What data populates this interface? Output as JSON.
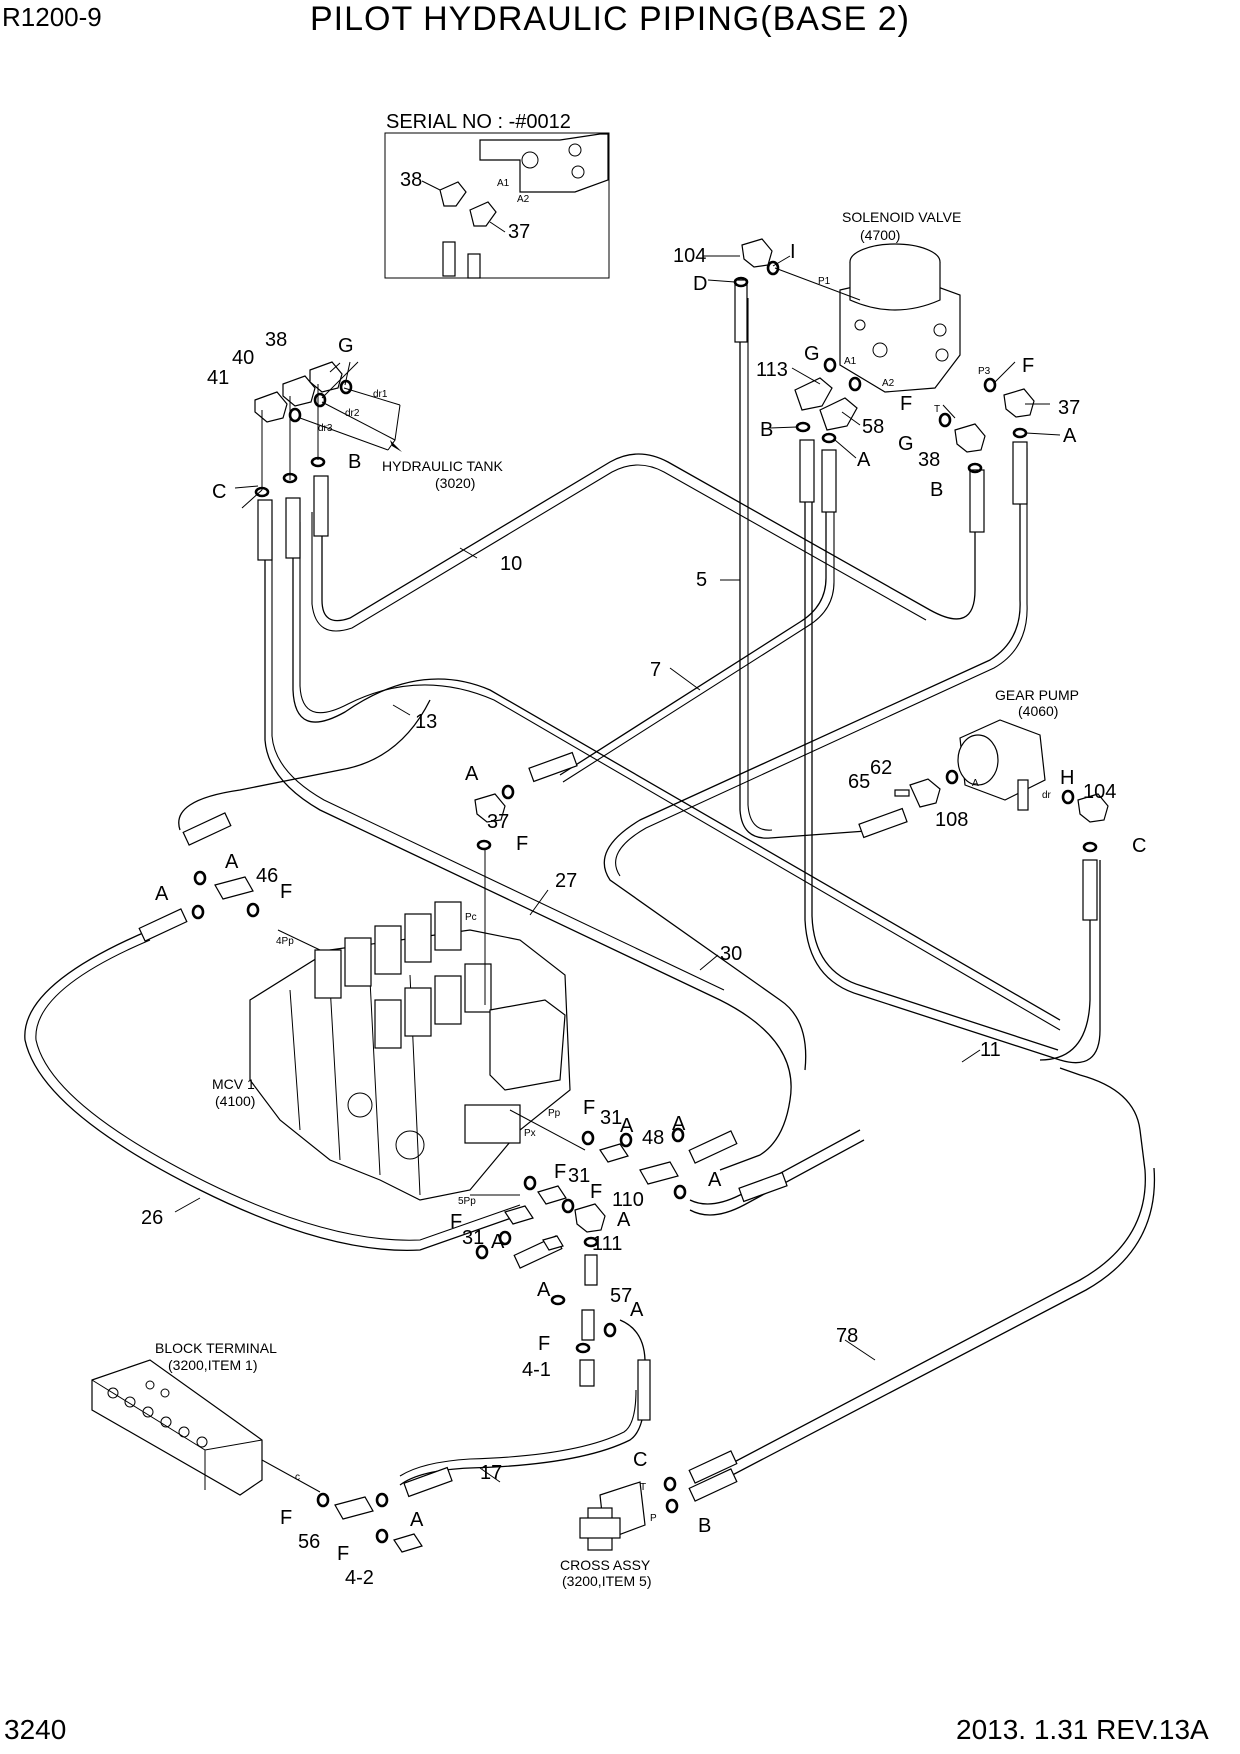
{
  "header": {
    "model": "R1200-9",
    "title": "PILOT HYDRAULIC PIPING(BASE 2)"
  },
  "footer": {
    "page_number": "3240",
    "revision": "2013. 1.31  REV.13A"
  },
  "inset": {
    "serial": "SERIAL NO : -#0012",
    "callouts": [
      "38",
      "37"
    ],
    "ports": [
      "A1",
      "A2"
    ]
  },
  "components": {
    "solenoid_valve": {
      "name": "SOLENOID VALVE",
      "code": "(4700)"
    },
    "hydraulic_tank": {
      "name": "HYDRAULIC TANK",
      "code": "(3020)"
    },
    "gear_pump": {
      "name": "GEAR PUMP",
      "code": "(4060)"
    },
    "mcv": {
      "name": "MCV 1",
      "code": "(4100)"
    },
    "block_terminal": {
      "name": "BLOCK TERMINAL",
      "code": "(3200,ITEM 1)"
    },
    "cross_assy": {
      "name": "CROSS ASSY",
      "code": "(3200,ITEM 5)"
    }
  },
  "port_labels": {
    "p1": "P1",
    "a1": "A1",
    "a2": "A2",
    "p3": "P3",
    "t_valve": "T",
    "dr1": "dr1",
    "dr2": "dr2",
    "dr3": "dr3",
    "pump_a": "A",
    "pump_dr": "dr",
    "pc": "Pc",
    "pp": "Pp",
    "px": "Px",
    "p4": "4Pp",
    "p5": "5Pp",
    "c_block": "c",
    "t_cross": "T",
    "p_cross": "P"
  },
  "callouts": {
    "c104a": "104",
    "cI": "I",
    "cD": "D",
    "c113": "113",
    "cGv": "G",
    "cFv": "F",
    "cF_p3": "F",
    "c37v": "37",
    "cBv": "B",
    "c58": "58",
    "cGv2": "G",
    "cAv": "A",
    "cAv2": "A",
    "c38v": "38",
    "cBv2": "B",
    "c5": "5",
    "c38t": "38",
    "cGt": "G",
    "c40": "40",
    "c41": "41",
    "cBt": "B",
    "cC": "C",
    "c10": "10",
    "c13": "13",
    "c7": "7",
    "c65": "65",
    "c62": "62",
    "c108": "108",
    "cH": "H",
    "c104b": "104",
    "cCp": "C",
    "cA37": "A",
    "c37m": "37",
    "cF37": "F",
    "c27": "27",
    "c30": "30",
    "c11": "11",
    "cA46": "A",
    "c46": "46",
    "cA46b": "A",
    "cF46": "F",
    "cF31a": "F",
    "c31a": "31",
    "cA31a": "A",
    "c48": "48",
    "cA48a": "A",
    "cA48b": "A",
    "cF31b": "F",
    "c31b": "31",
    "cF110": "F",
    "c110": "110",
    "cA110": "A",
    "c111": "111",
    "cF31c": "F",
    "c31c": "31",
    "cA31c": "A",
    "cA57": "A",
    "c57": "57",
    "cA57b": "A",
    "cF41": "F",
    "c4_1": "4-1",
    "c26": "26",
    "c78": "78",
    "c17": "17",
    "cCc": "C",
    "cBc": "B",
    "cF56": "F",
    "c56": "56",
    "cA17": "A",
    "cF42": "F",
    "c4_2": "4-2"
  }
}
